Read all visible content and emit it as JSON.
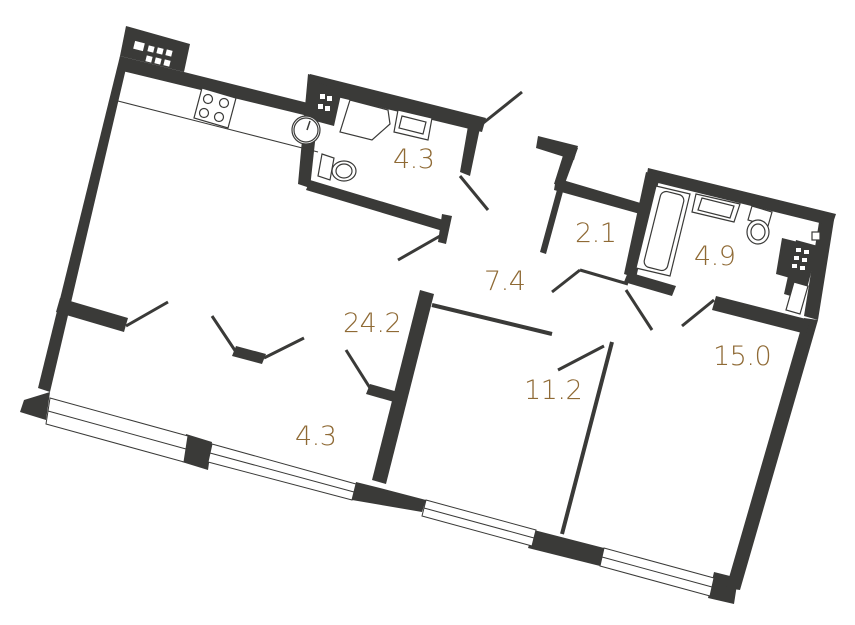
{
  "plan": {
    "type": "apartment floor plan",
    "wall_color": "#3a3a38",
    "label_color": "#8f6a35",
    "rooms": [
      {
        "id": "kitchen-living",
        "area": "24.2"
      },
      {
        "id": "loggia",
        "area": "4.3"
      },
      {
        "id": "bathroom-1",
        "area": "4.3"
      },
      {
        "id": "hallway",
        "area": "7.4"
      },
      {
        "id": "storage",
        "area": "2.1"
      },
      {
        "id": "bathroom-2",
        "area": "4.9"
      },
      {
        "id": "bedroom-1",
        "area": "11.2"
      },
      {
        "id": "bedroom-2",
        "area": "15.0"
      }
    ]
  }
}
